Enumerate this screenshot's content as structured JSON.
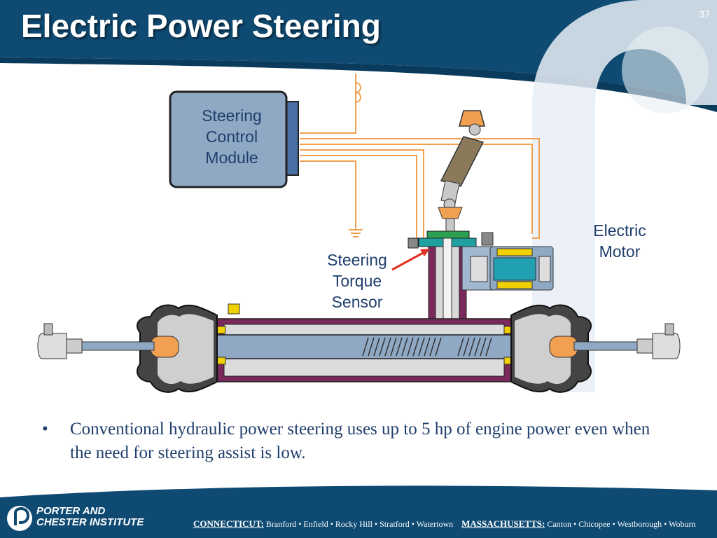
{
  "slide": {
    "title": "Electric Power Steering",
    "number": "37"
  },
  "diagram": {
    "labels": {
      "control_module": "Steering\nControl\nModule",
      "electric_motor": "Electric\nMotor",
      "torque_sensor": "Steering\nTorque\nSensor"
    }
  },
  "content": {
    "bullets": [
      "Conventional hydraulic power steering uses up to 5 hp of engine power even when the need for steering assist is low."
    ]
  },
  "footer": {
    "logo_line1": "PORTER AND",
    "logo_line2": "CHESTER INSTITUTE",
    "ct_label": "CONNECTICUT:",
    "ct_cities": "Branford • Enfield • Rocky Hill • Stratford • Watertown",
    "ma_label": "MASSACHUSETTS:",
    "ma_cities": "Canton • Chicopee • Westborough • Woburn"
  },
  "colors": {
    "header_blue": "#0e4a72",
    "text_blue": "#1f3e6c",
    "wire_orange": "#f0a050",
    "housing_purple": "#7a2a5a",
    "module_blue": "#8fa9c4"
  }
}
